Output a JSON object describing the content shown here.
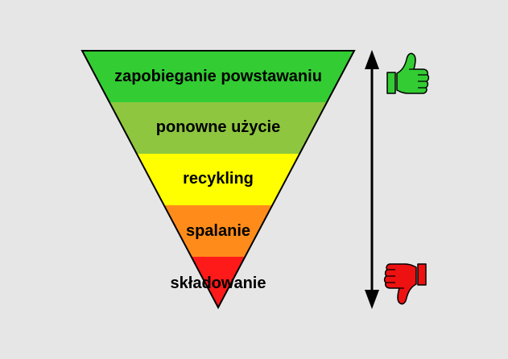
{
  "hierarchy": {
    "tiers": [
      {
        "label": "zapobieganie powstawaniu",
        "color": "#33cc33"
      },
      {
        "label": "ponowne użycie",
        "color": "#8ec63f"
      },
      {
        "label": "recykling",
        "color": "#ffff00"
      },
      {
        "label": "spalanie",
        "color": "#ff8c1a"
      },
      {
        "label": "składowanie",
        "color": "#ff1a1a"
      }
    ],
    "outline_color": "#000000"
  },
  "indicators": {
    "top_icon": "thumbs-up-icon",
    "top_icon_color": "#33cc33",
    "bottom_icon": "thumbs-down-icon",
    "bottom_icon_color": "#ee1111",
    "arrow": "double-headed-vertical-arrow"
  }
}
